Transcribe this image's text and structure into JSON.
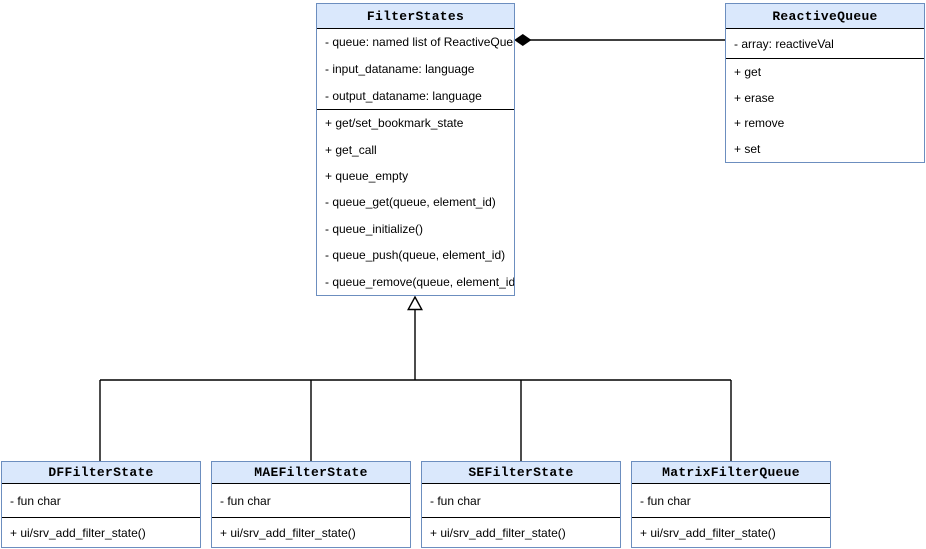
{
  "diagram": {
    "type": "uml-class-diagram",
    "colors": {
      "header_fill": "#dae8fc",
      "box_border": "#6c8ebf",
      "line_color": "#000000",
      "body_fill": "#ffffff",
      "text_color": "#000000"
    },
    "classes": {
      "filter_states": {
        "title": "FilterStates",
        "attributes": [
          "- queue: named list of ReactiveQueu",
          "- input_dataname: language",
          "- output_dataname: language"
        ],
        "methods": [
          "+ get/set_bookmark_state",
          "+ get_call",
          "+ queue_empty",
          "- queue_get(queue, element_id)",
          "- queue_initialize()",
          "- queue_push(queue, element_id)",
          "- queue_remove(queue, element_id"
        ]
      },
      "reactive_queue": {
        "title": "ReactiveQueue",
        "attributes": [
          "- array: reactiveVal"
        ],
        "methods": [
          "+ get",
          "+ erase",
          "+ remove",
          "+ set"
        ]
      },
      "df_filter_state": {
        "title": "DFFilterState",
        "attributes": [
          "- fun char"
        ],
        "methods": [
          "+ ui/srv_add_filter_state()"
        ]
      },
      "mae_filter_state": {
        "title": "MAEFilterState",
        "attributes": [
          "- fun char"
        ],
        "methods": [
          "+ ui/srv_add_filter_state()"
        ]
      },
      "se_filter_state": {
        "title": "SEFilterState",
        "attributes": [
          "- fun char"
        ],
        "methods": [
          "+ ui/srv_add_filter_state()"
        ]
      },
      "matrix_filter_queue": {
        "title": "MatrixFilterQueue",
        "attributes": [
          "- fun char"
        ],
        "methods": [
          "+ ui/srv_add_filter_state()"
        ]
      }
    },
    "relationships": [
      {
        "type": "composition",
        "owner": "FilterStates",
        "part": "ReactiveQueue",
        "marker": "filled-diamond"
      },
      {
        "type": "generalization",
        "parent": "FilterStates",
        "children": [
          "DFFilterState",
          "MAEFilterState",
          "SEFilterState",
          "MatrixFilterQueue"
        ],
        "marker": "hollow-triangle"
      }
    ]
  }
}
